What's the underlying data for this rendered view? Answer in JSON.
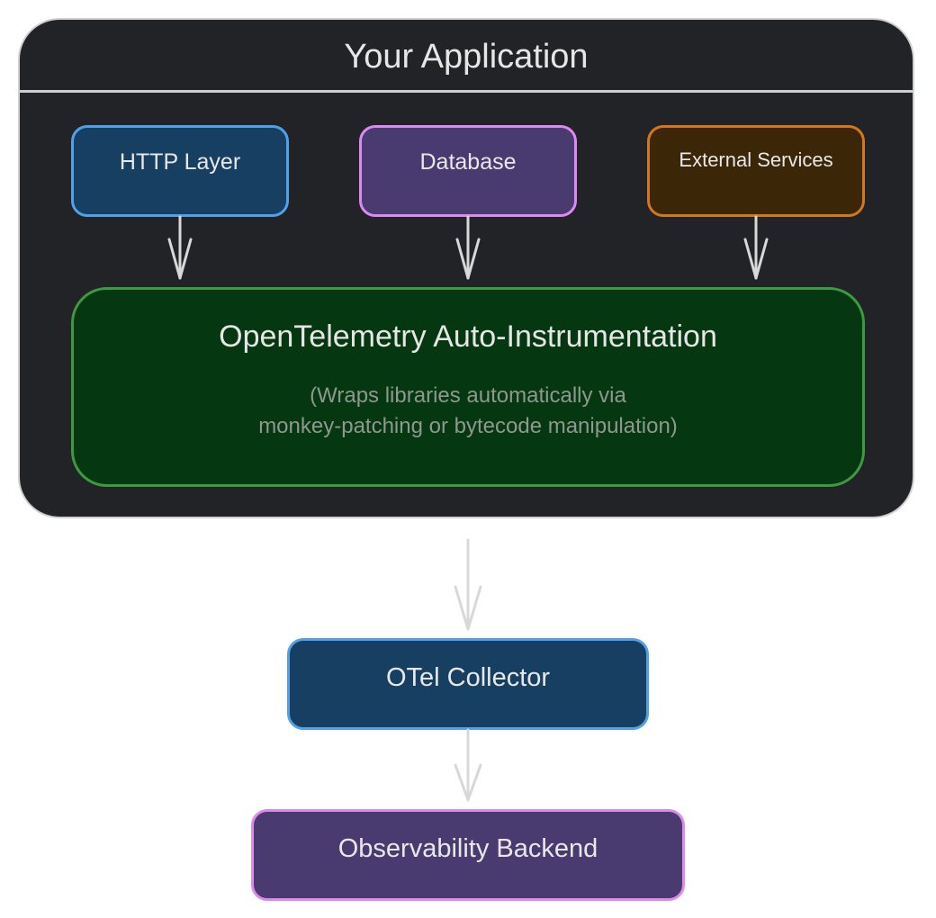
{
  "application": {
    "title": "Your Application"
  },
  "components": {
    "http": "HTTP Layer",
    "database": "Database",
    "external": "External Services"
  },
  "instrumentation": {
    "title": "OpenTelemetry Auto-Instrumentation",
    "description_line1": "(Wraps libraries automatically via",
    "description_line2": "monkey-patching or bytecode manipulation)"
  },
  "collector": {
    "label": "OTel Collector"
  },
  "backend": {
    "label": "Observability Backend"
  },
  "colors": {
    "app_background": "#222327",
    "http_fill": "#163f62",
    "http_border": "#52a1e8",
    "database_fill": "#493a70",
    "database_border": "#dd8af0",
    "external_fill": "#3b2608",
    "external_border": "#d47718",
    "instrumentation_fill": "#053710",
    "instrumentation_border": "#3b9b43",
    "arrow": "#d8d8d8"
  }
}
